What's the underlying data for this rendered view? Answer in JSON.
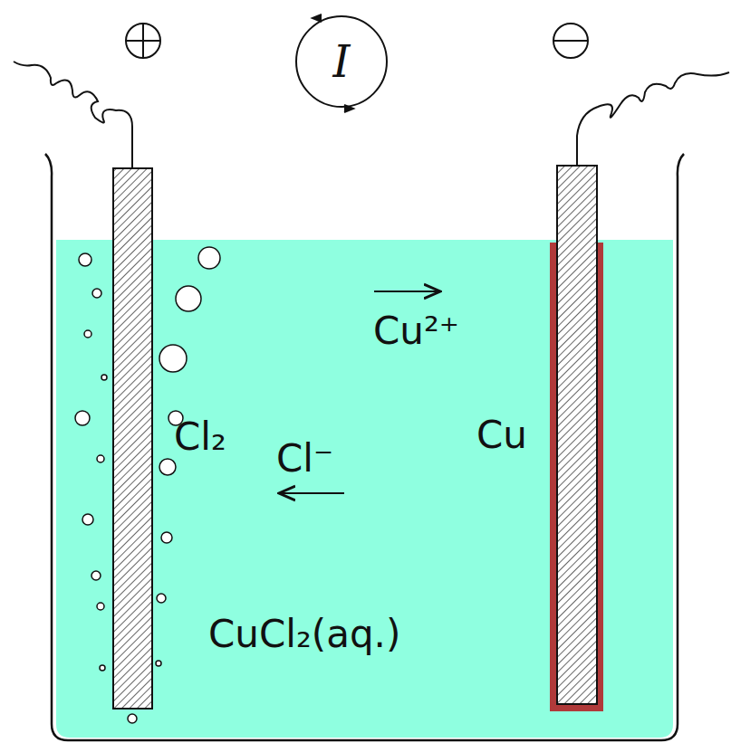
{
  "diagram": {
    "nodes": [
      {
        "text": [
          "I"
        ]
      }
    ],
    "labels": [
      "Cu²⁺",
      "Cl₂",
      "Cl⁻",
      "Cu",
      "CuCl₂(aq.)"
    ]
  }
}
